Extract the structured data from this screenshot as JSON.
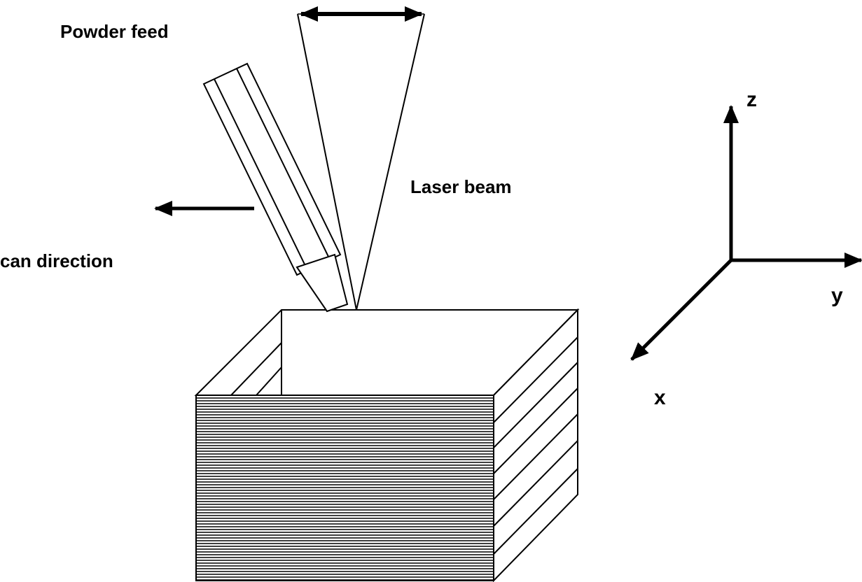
{
  "labels": {
    "powder_feed": "Powder feed",
    "laser_beam": "Laser beam",
    "scan_direction": "can direction"
  },
  "axes": {
    "z": "z",
    "y": "y",
    "x": "x"
  },
  "colors": {
    "ink": "#000000",
    "paper": "#ffffff"
  }
}
